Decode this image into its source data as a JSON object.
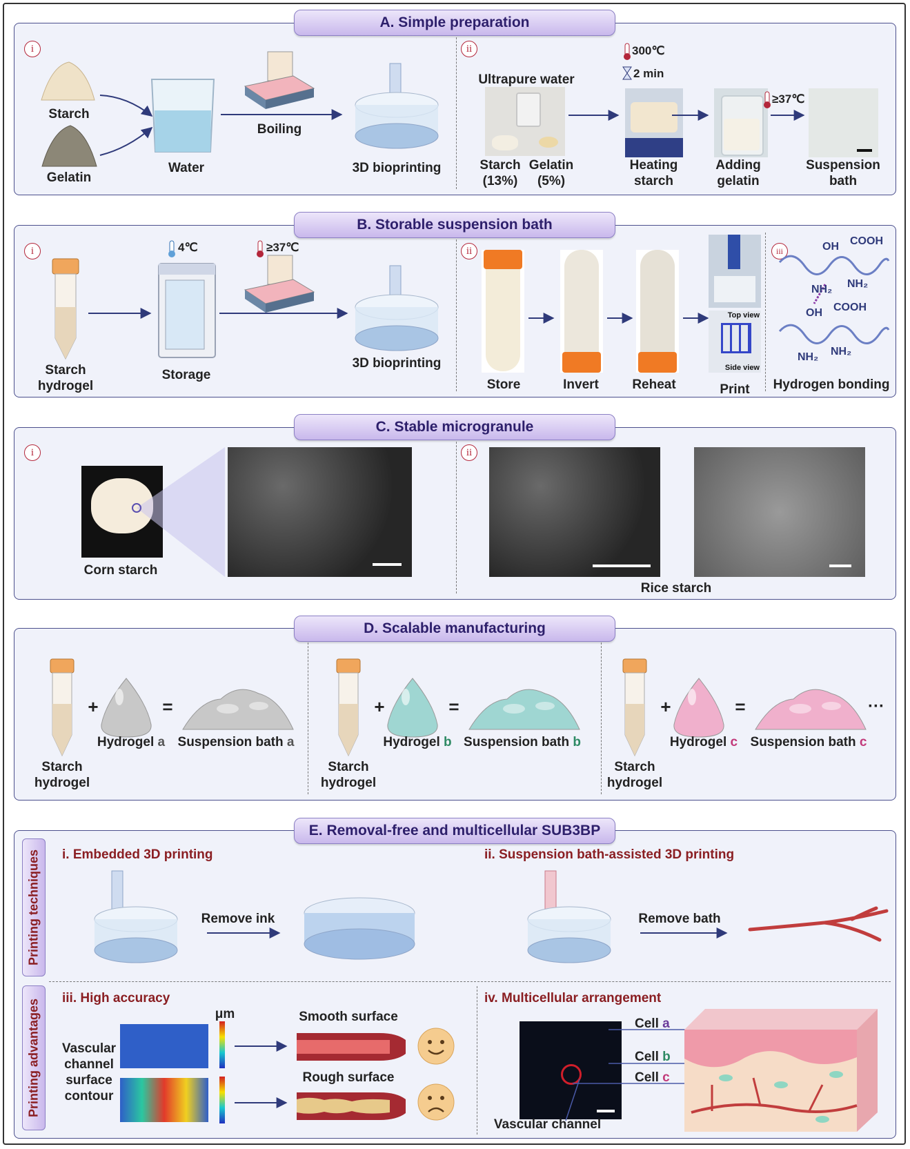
{
  "panel_a": {
    "title": "A. Simple preparation",
    "sub_i": "i",
    "sub_ii": "ii",
    "starch": "Starch",
    "gelatin": "Gelatin",
    "water": "Water",
    "boiling": "Boiling",
    "bioprinting": "3D bioprinting",
    "ultrapure_water": "Ultrapure water",
    "temp": "300℃",
    "time": "2 min",
    "temp2": "≥37℃",
    "starch_pct": "Starch\n(13%)",
    "gelatin_pct": "Gelatin\n(5%)",
    "heating_starch": "Heating\nstarch",
    "adding_gelatin": "Adding\ngelatin",
    "suspension_bath": "Suspension\nbath"
  },
  "panel_b": {
    "title": "B. Storable suspension bath",
    "sub_i": "i",
    "sub_ii": "ii",
    "sub_iii": "iii",
    "temp_cold": "4℃",
    "temp_hot": "≥37℃",
    "starch_hydrogel": "Starch\nhydrogel",
    "storage": "Storage",
    "bioprinting": "3D bioprinting",
    "store": "Store",
    "invert": "Invert",
    "reheat": "Reheat",
    "print": "Print",
    "top_view": "Top view",
    "side_view": "Side view",
    "chem": {
      "oh1": "OH",
      "cooh1": "COOH",
      "nh2a": "NH₂",
      "nh2b": "NH₂",
      "oh2": "OH",
      "cooh2": "COOH",
      "nh2c": "NH₂",
      "nh2d": "NH₂"
    },
    "hydrogen_bonding": "Hydrogen bonding"
  },
  "panel_c": {
    "title": "C. Stable microgranule",
    "sub_i": "i",
    "sub_ii": "ii",
    "corn_starch": "Corn starch",
    "rice_starch": "Rice starch"
  },
  "panel_d": {
    "title": "D. Scalable manufacturing",
    "starch_hydrogel": "Starch\nhydrogel",
    "plus": "+",
    "equals": "=",
    "ellipsis": "···",
    "groups": [
      {
        "hydrogel": "Hydrogel",
        "bath": "Suspension bath",
        "letter": "a",
        "color": "#c8c8c8"
      },
      {
        "hydrogel": "Hydrogel",
        "bath": "Suspension bath",
        "letter": "b",
        "color": "#9fd6d2"
      },
      {
        "hydrogel": "Hydrogel",
        "bath": "Suspension bath",
        "letter": "c",
        "color": "#f0b0cc"
      }
    ]
  },
  "panel_e": {
    "title": "E. Removal-free and multicellular SUB3BP",
    "tab_techniques": "Printing techniques",
    "tab_advantages": "Printing advantages",
    "embedded": "i. Embedded 3D printing",
    "remove_ink": "Remove ink",
    "assisted": "ii. Suspension bath-assisted 3D printing",
    "remove_bath": "Remove bath",
    "high_accuracy": "iii. High accuracy",
    "um": "μm",
    "vascular_contour": "Vascular\nchannel\nsurface\ncontour",
    "smooth": "Smooth surface",
    "rough": "Rough surface",
    "multicellular": "iv. Multicellular arrangement",
    "cell_prefix": "Cell",
    "cell_a": "a",
    "cell_b": "b",
    "cell_c": "c",
    "vascular_channel": "Vascular channel"
  },
  "colors": {
    "panel_bg": "#f0f2fa",
    "title_text": "#2d1f6b",
    "accent_red": "#8a1e22",
    "arrow": "#2f3a7a"
  }
}
